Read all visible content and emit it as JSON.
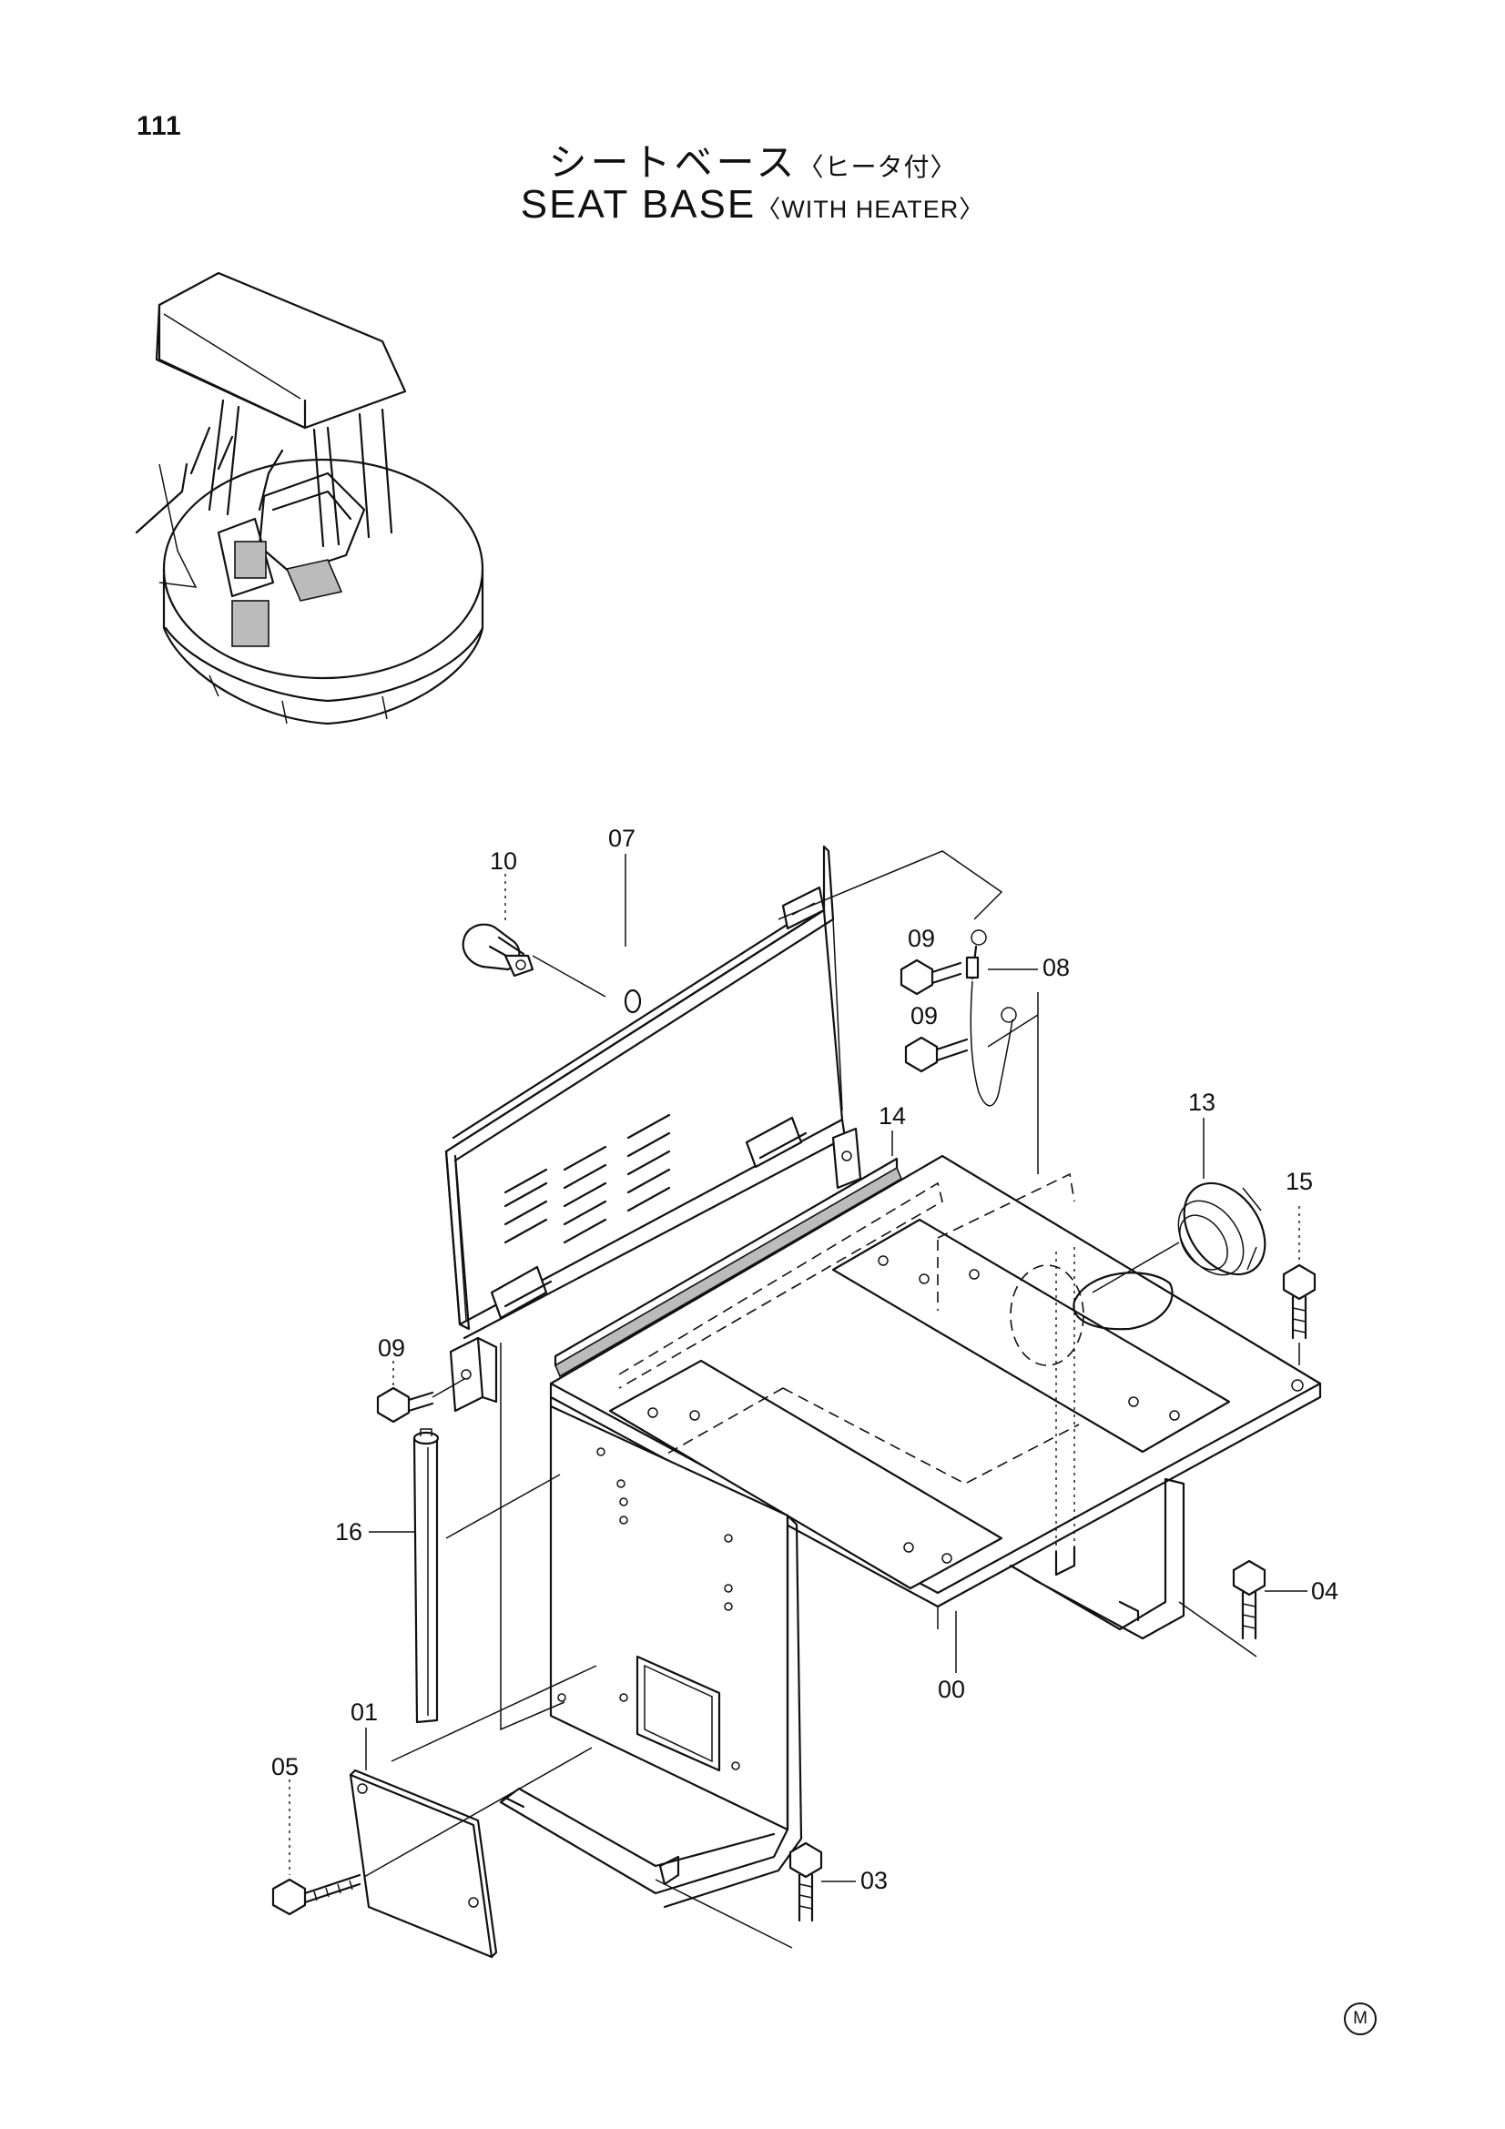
{
  "page_number": "111",
  "title_jp": "シートベース",
  "title_jp_sub": "〈ヒータ付〉",
  "title_en": "SEAT BASE",
  "title_en_sub": "〈WITH HEATER〉",
  "mark": "M",
  "callouts": {
    "c00": "00",
    "c01": "01",
    "c03": "03",
    "c04": "04",
    "c05": "05",
    "c07": "07",
    "c08": "08",
    "c09a": "09",
    "c09b": "09",
    "c09c": "09",
    "c10": "10",
    "c13": "13",
    "c14": "14",
    "c15": "15",
    "c16": "16"
  }
}
